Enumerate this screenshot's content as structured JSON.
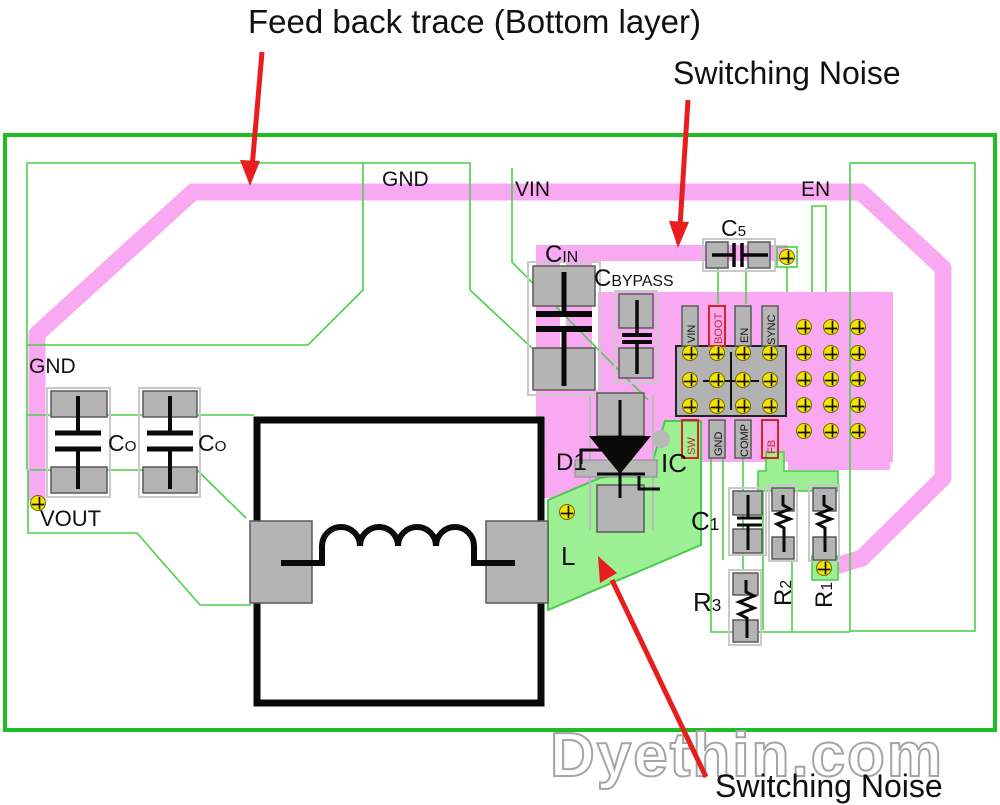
{
  "annotations": {
    "title": "Feed back trace (Bottom layer)",
    "switching_noise_top": "Switching Noise",
    "switching_noise_bottom": "Switching Noise",
    "watermark": "Dyethin.com"
  },
  "net_labels": {
    "gnd_top": "GND",
    "vin": "VIN",
    "en": "EN",
    "gnd_left": "GND",
    "vout": "VOUT"
  },
  "components": {
    "cin": {
      "prefix": "C",
      "sub": "IN"
    },
    "cbypass": {
      "prefix": "C",
      "sub": "BYPASS"
    },
    "c5": {
      "prefix": "C",
      "sub": "5"
    },
    "co_left": {
      "prefix": "C",
      "sub": "O"
    },
    "co_right": {
      "prefix": "C",
      "sub": "O"
    },
    "c1": {
      "prefix": "C",
      "sub": "1"
    },
    "r1": {
      "prefix": "R",
      "sub": "1"
    },
    "r2": {
      "prefix": "R",
      "sub": "2"
    },
    "r3": {
      "prefix": "R",
      "sub": "3"
    },
    "d1": "D1",
    "ic": "IC",
    "l": "L"
  },
  "ic_pins": {
    "top": [
      "VIN",
      "BOOT",
      "EN",
      "SYNC"
    ],
    "bottom": [
      "SW",
      "GND",
      "COMP",
      "FB"
    ]
  },
  "colors": {
    "board_outline": "#1DBE23",
    "trace": "#F9A8F2",
    "copper_pour": "#9CEF92",
    "via": "#F4E300",
    "arrow": "#E81E1E",
    "pin_highlight": "#D42424"
  }
}
